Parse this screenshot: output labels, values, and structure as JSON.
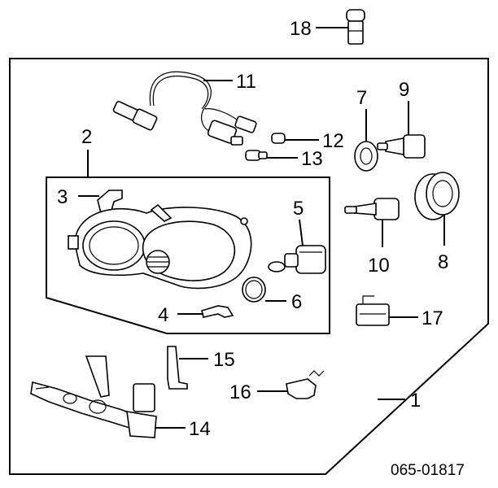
{
  "diagram": {
    "code": "065-01817",
    "callouts": {
      "p1": "1",
      "p2": "2",
      "p3": "3",
      "p4": "4",
      "p5": "5",
      "p6": "6",
      "p7": "7",
      "p8": "8",
      "p9": "9",
      "p10": "10",
      "p11": "11",
      "p12": "12",
      "p13": "13",
      "p14": "14",
      "p15": "15",
      "p16": "16",
      "p17": "17",
      "p18": "18"
    }
  }
}
